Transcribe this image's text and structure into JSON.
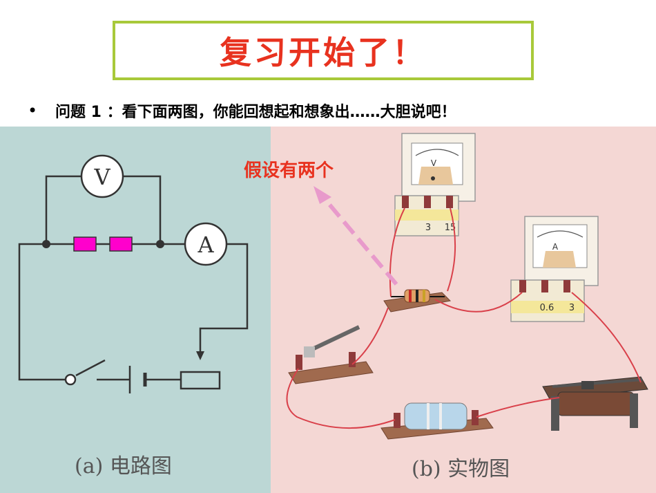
{
  "title": "复习开始了！",
  "question": {
    "bullet": "•",
    "text": "问题 1 ：看下面两图，你能回想起和想象出……大胆说吧！"
  },
  "annotation": "假设有两个",
  "circuit": {
    "voltmeter_symbol": "V",
    "ammeter_symbol": "A",
    "caption": "(a) 电路图"
  },
  "physical": {
    "voltmeter_face_label": "V",
    "voltmeter_scale": [
      "3",
      "15"
    ],
    "ammeter_face_label": "A",
    "ammeter_scale": [
      "0.6",
      "3"
    ],
    "caption": "(b) 实物图"
  },
  "colors": {
    "title_border": "#a8c93a",
    "title_text": "#e8321f",
    "resistor_highlight": "#ff00cc",
    "wire_red": "#d9404a",
    "arrow": "#e89acb"
  }
}
